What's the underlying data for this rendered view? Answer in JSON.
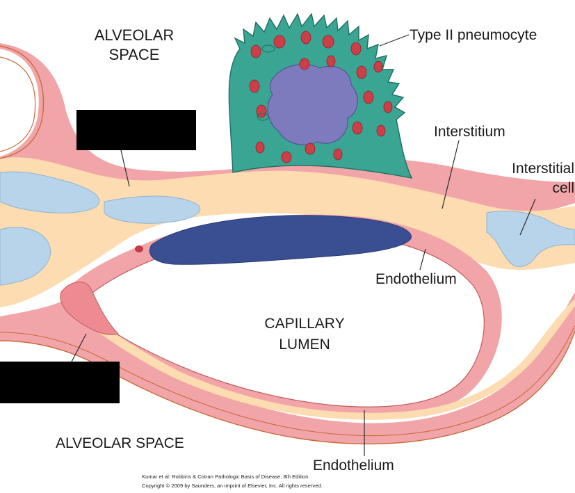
{
  "labels": {
    "alveolar_space_top_line1": "ALVEOLAR",
    "alveolar_space_top_line2": "SPACE",
    "type_ii_pneumocyte": "Type II pneumocyte",
    "interstitium": "Interstitium",
    "interstitial_cell_line1": "Interstitial",
    "interstitial_cell_line2": "cell",
    "endothelium_right": "Endothelium",
    "capillary_lumen_line1": "CAPILLARY",
    "capillary_lumen_line2": "LUMEN",
    "alveolar_space_bottom": "ALVEOLAR SPACE",
    "endothelium_bottom": "Endothelium"
  },
  "credit": {
    "line1": "Kumar et al: Robbins & Cotran Pathologic Basis of Disease, 8th Edition.",
    "line2": "Copyright © 2009 by Saunders, an imprint of Elsevier, Inc. All rights reserved."
  },
  "colors": {
    "epithelium_pink": "#f2a5a8",
    "interstitium_cream": "#fcdcb0",
    "fluid_blue": "#b8d4ea",
    "rbc_navy": "#3a4e92",
    "pneumocyte_teal": "#3aa592",
    "nucleus_purple": "#7d7bbd",
    "granule_red": "#cc3f48",
    "redaction": "#000000"
  }
}
